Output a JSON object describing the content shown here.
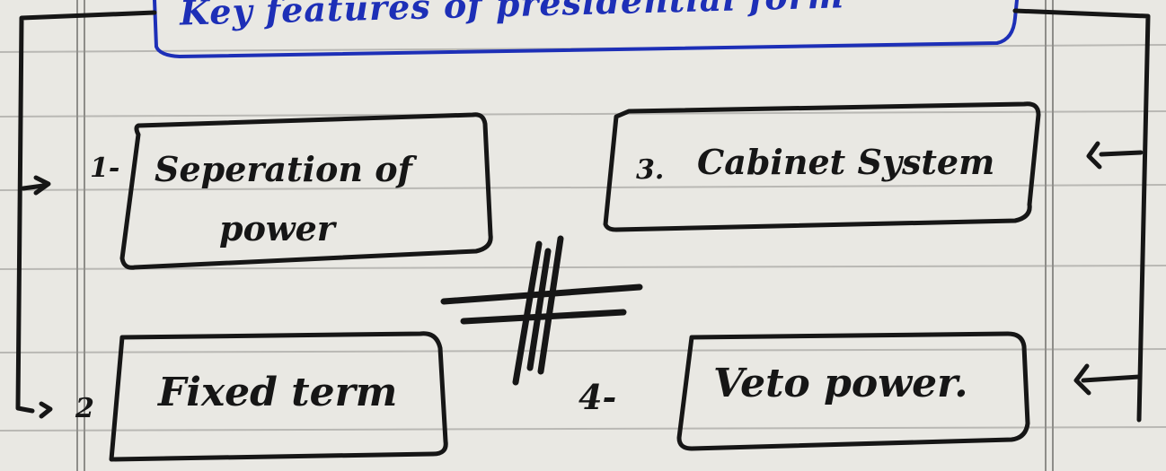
{
  "title": "Key features of presidential form",
  "features": [
    {
      "num": "1-",
      "text_line1": "Seperation of",
      "text_line2": "power"
    },
    {
      "num": "2",
      "text": "Fixed term"
    },
    {
      "num": "3.",
      "text": "Cabinet System"
    },
    {
      "num": "4-",
      "text": "Veto power."
    }
  ],
  "colors": {
    "ink": "#161616",
    "title_ink": "#1d2fb7",
    "paper": "#e9e8e3",
    "rule": "#b9b8b4"
  }
}
